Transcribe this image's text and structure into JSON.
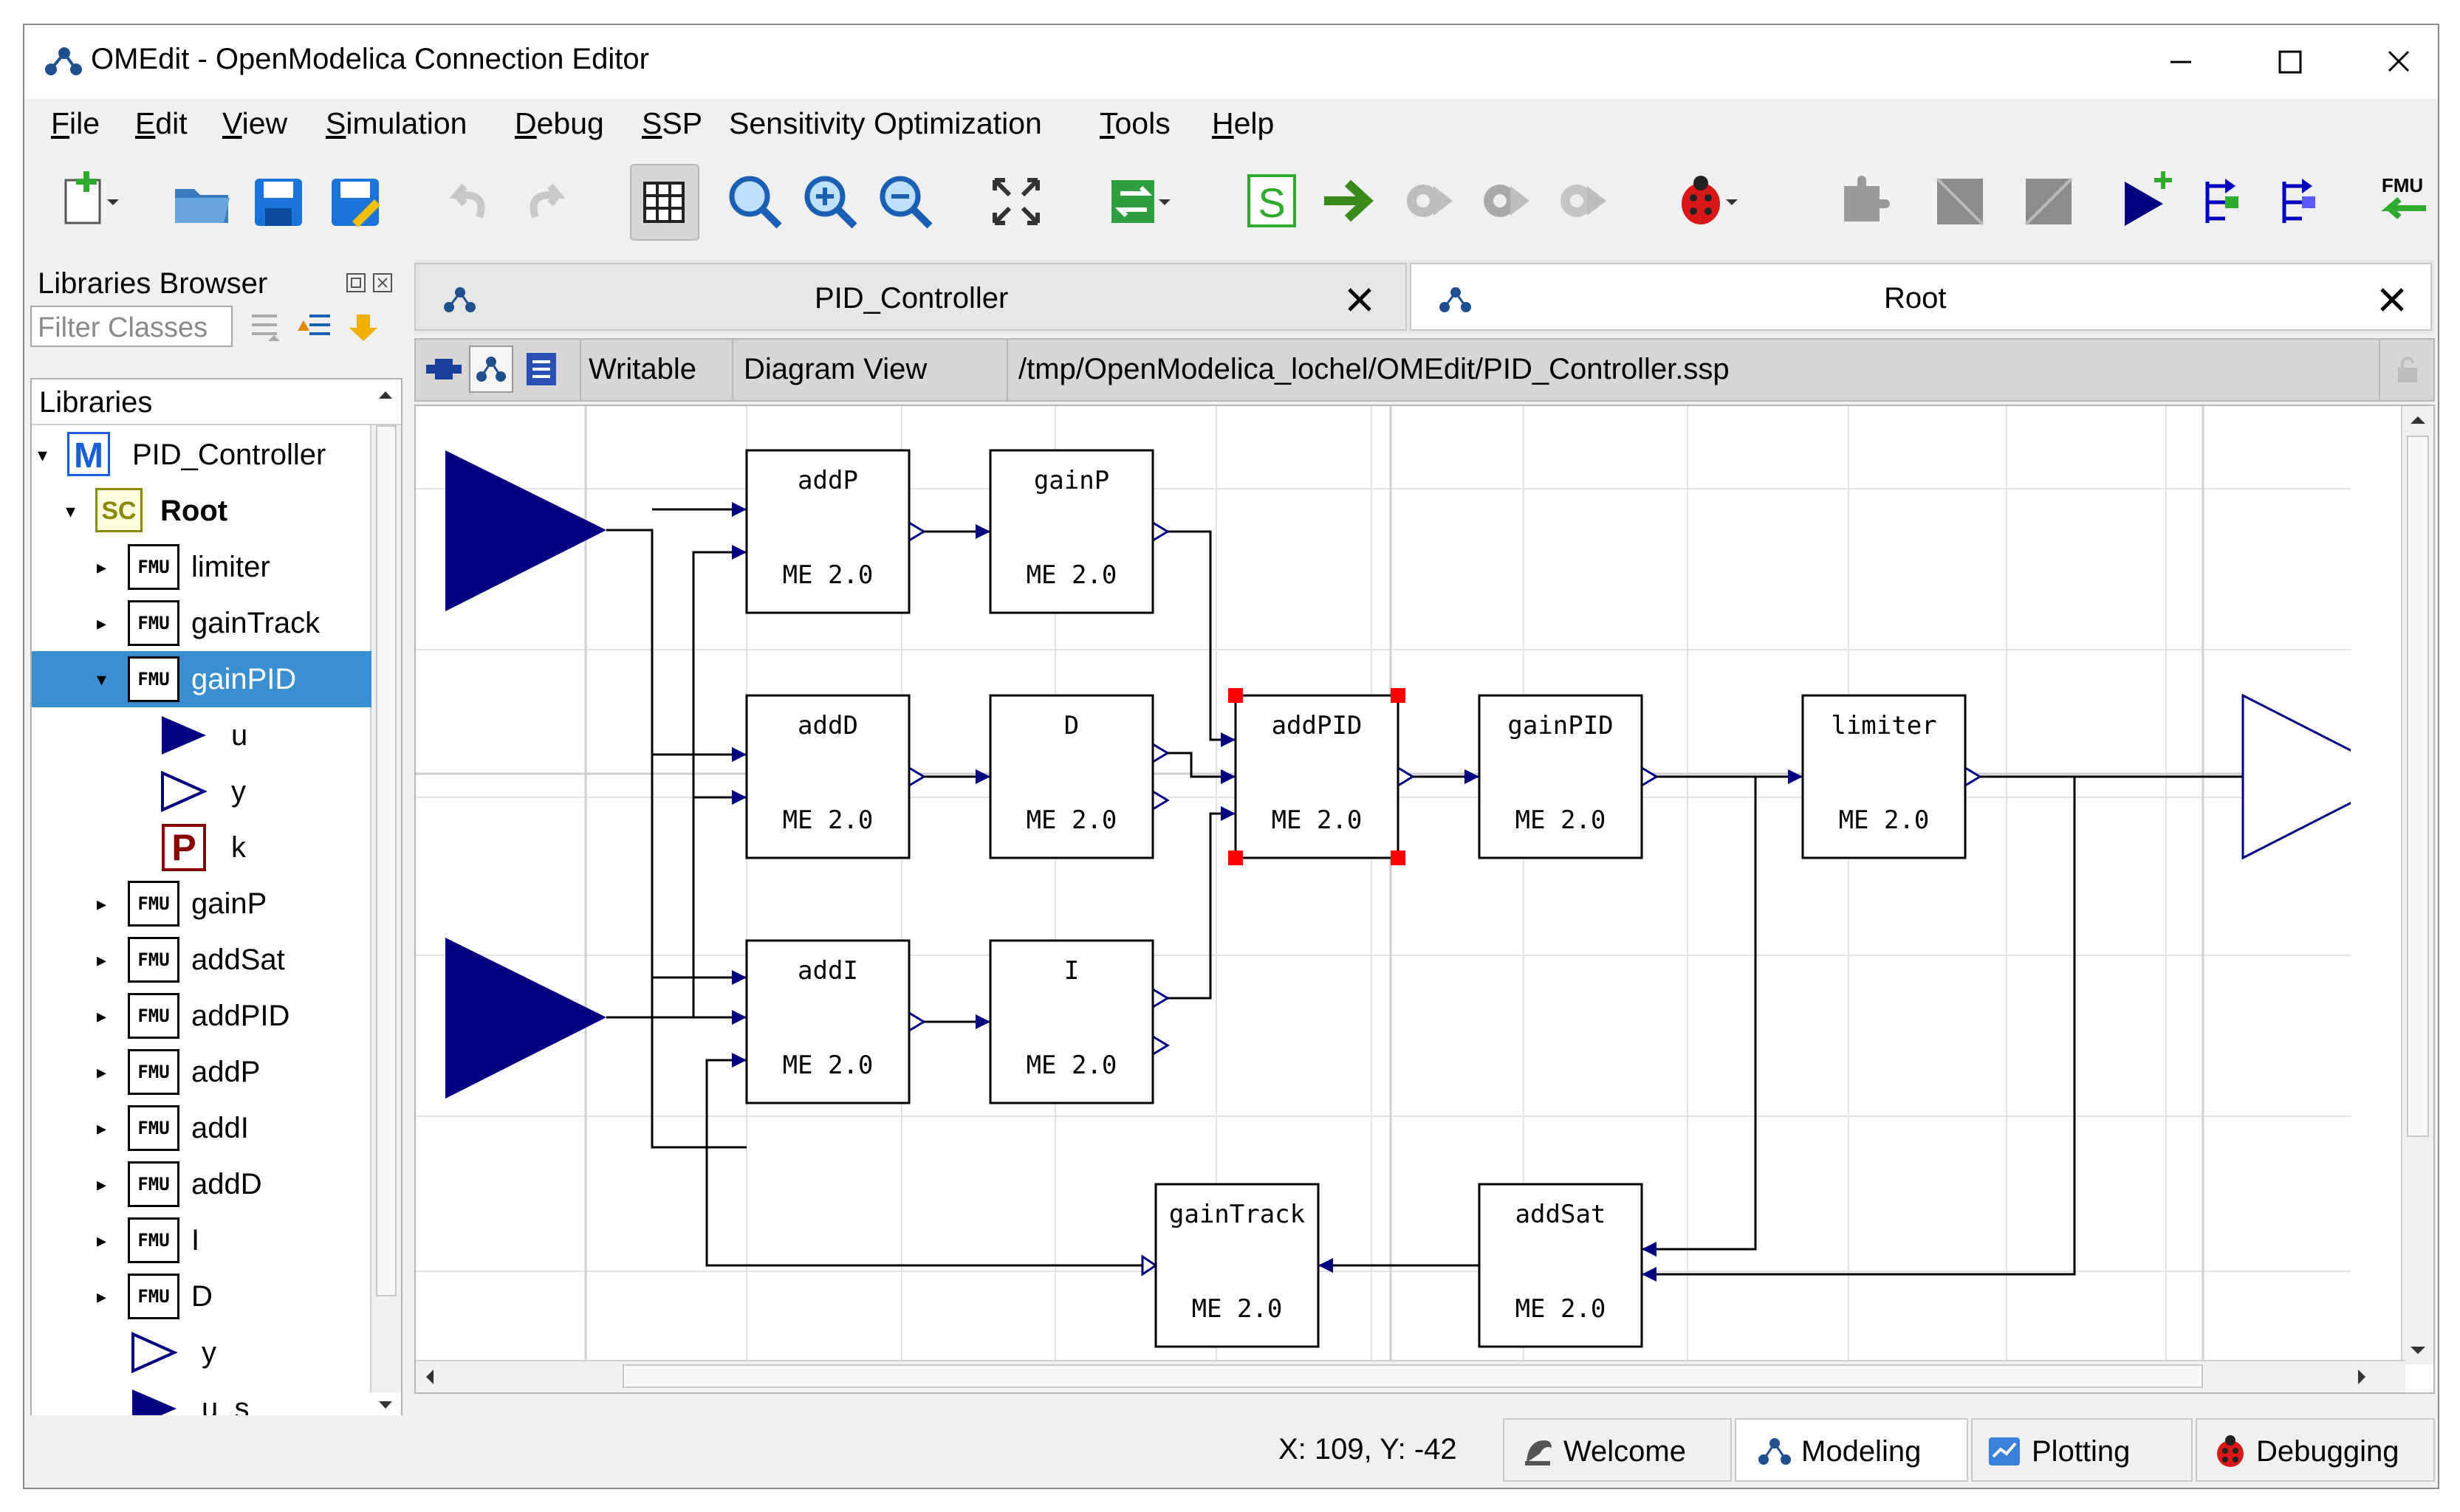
{
  "window": {
    "title": "OMEdit - OpenModelica Connection Editor"
  },
  "menu": [
    {
      "key": "F",
      "rest": "ile"
    },
    {
      "key": "E",
      "rest": "dit"
    },
    {
      "key": "V",
      "rest": "iew"
    },
    {
      "key": "S",
      "rest": "imulation"
    },
    {
      "key": "D",
      "rest": "ebug"
    },
    {
      "key": "S",
      "rest": "SP"
    },
    {
      "key": "",
      "rest": "Sensitivity Optimization"
    },
    {
      "key": "T",
      "rest": "ools"
    },
    {
      "key": "H",
      "rest": "elp"
    }
  ],
  "libraries_browser": {
    "title": "Libraries Browser",
    "filter_placeholder": "Filter Classes",
    "header": "Libraries",
    "model": "PID_Controller",
    "root": "Root",
    "root_badge": "SC",
    "model_badge": "M",
    "fmu_badge": "FMU",
    "param_badge": "P",
    "items": [
      "limiter",
      "gainTrack",
      "gainPID",
      "u",
      "y",
      "k",
      "gainP",
      "addSat",
      "addPID",
      "addP",
      "addI",
      "addD",
      "I",
      "D",
      "y",
      "u_s"
    ]
  },
  "tabs": [
    {
      "label": "PID_Controller"
    },
    {
      "label": "Root"
    }
  ],
  "diagram_bar": {
    "mode": "Writable",
    "view": "Diagram View",
    "path": "/tmp/OpenModelica_lochel/OMEdit/PID_Controller.ssp"
  },
  "blocks": [
    {
      "name": "addP",
      "version": "ME 2.0"
    },
    {
      "name": "gainP",
      "version": "ME 2.0"
    },
    {
      "name": "addD",
      "version": "ME 2.0"
    },
    {
      "name": "D",
      "version": "ME 2.0"
    },
    {
      "name": "addPID",
      "version": "ME 2.0"
    },
    {
      "name": "gainPID",
      "version": "ME 2.0"
    },
    {
      "name": "limiter",
      "version": "ME 2.0"
    },
    {
      "name": "addI",
      "version": "ME 2.0"
    },
    {
      "name": "I",
      "version": "ME 2.0"
    },
    {
      "name": "gainTrack",
      "version": "ME 2.0"
    },
    {
      "name": "addSat",
      "version": "ME 2.0"
    }
  ],
  "status": {
    "coords": "X: 109, Y: -42"
  },
  "perspectives": [
    {
      "label": "Welcome"
    },
    {
      "label": "Modeling"
    },
    {
      "label": "Plotting"
    },
    {
      "label": "Debugging"
    }
  ],
  "colors": {
    "accent": "#3a8fd1",
    "port_blue": "#000080",
    "selection_red": "#ff0000",
    "icon_green": "#2e8b57"
  }
}
